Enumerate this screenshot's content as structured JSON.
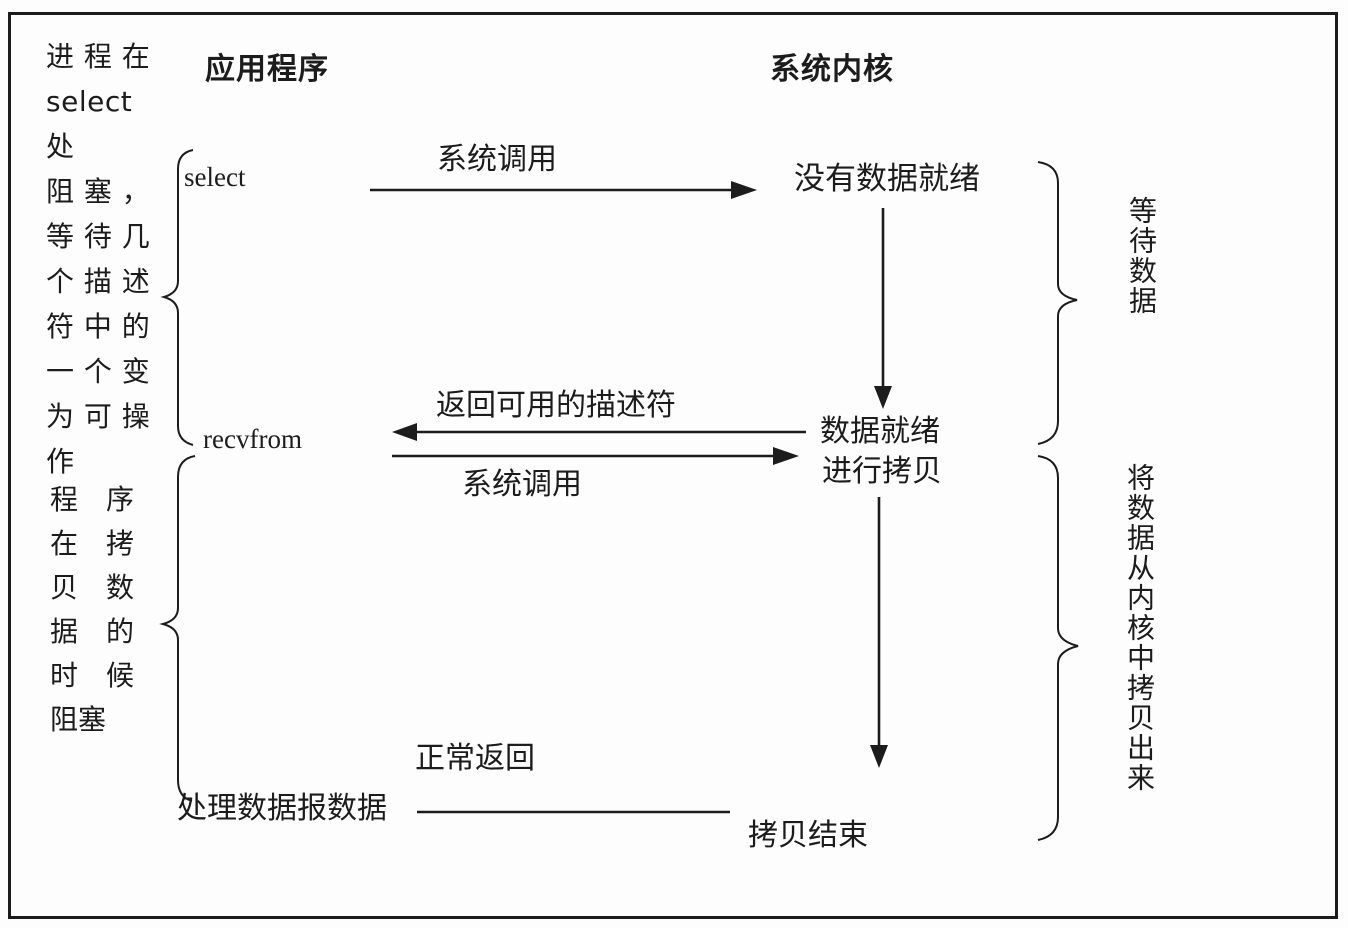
{
  "canvas": {
    "background": "#fdfdfd",
    "ink": "#1c1c1c"
  },
  "headers": {
    "application": "应用程序",
    "kernel": "系统内核"
  },
  "left_notes": {
    "top": "进 程 在\nselect 处\n阻 塞 ，\n等 待 几\n个 描 述\n符 中 的\n一 个 变\n为 可 操\n作",
    "bottom": "程　序\n在　拷\n贝　数\n据　的\n时　候\n阻塞"
  },
  "application": {
    "select_label": "select",
    "recvfrom_label": "recvfrom",
    "process_label": "处理数据报数据"
  },
  "kernel": {
    "no_data_ready": "没有数据就绪",
    "data_ready": "数据就绪",
    "do_copy": "进行拷贝",
    "copy_done": "拷贝结束"
  },
  "arrows": {
    "syscall_1": "系统调用",
    "return_descriptor": "返回可用的描述符",
    "syscall_2": "系统调用",
    "normal_return": "正常返回"
  },
  "braces": {
    "wait_data": "等待数据",
    "copy_from_kernel": "将数据从内核中拷贝出来"
  }
}
